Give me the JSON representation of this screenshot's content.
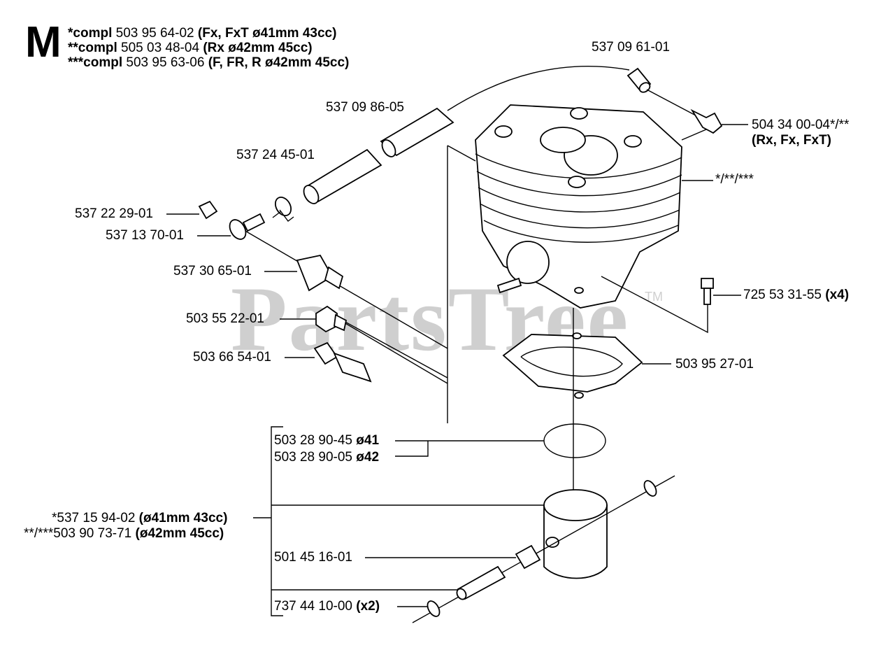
{
  "header": {
    "section": "M",
    "lines": [
      {
        "prefix": "*compl",
        "number": "503 95 64-02",
        "spec": "(Fx, FxT ø41mm 43cc)"
      },
      {
        "prefix": "**compl",
        "number": "505 03 48-04",
        "spec": "(Rx ø42mm 45cc)"
      },
      {
        "prefix": "***compl",
        "number": "503 95 63-06",
        "spec": "(F, FR, R ø42mm 45cc)"
      }
    ]
  },
  "watermark": {
    "text": "PartsTree",
    "tm": "TM"
  },
  "parts": {
    "p1": "537 09 61-01",
    "p2": "537 09 86-05",
    "p3": "537 24 45-01",
    "p4": "537 22 29-01",
    "p5": "537 13 70-01",
    "p6": "537 30 65-01",
    "p7": "503 55 22-01",
    "p8": "503 66 54-01",
    "p9_num": "504 34 00-04*/**",
    "p9_spec": "(Rx, Fx, FxT)",
    "p10": "*/**/***",
    "p11_num": "725 53 31-55",
    "p11_qty": "(x4)",
    "p12": "503 95 27-01",
    "p13_num": "503 28 90-45",
    "p13_spec": "ø41",
    "p14_num": "503 28 90-05",
    "p14_spec": "ø42",
    "p15_num": "*537 15 94-02",
    "p15_spec": "(ø41mm 43cc)",
    "p16_num": "**/***503 90 73-71",
    "p16_spec": "(ø42mm 45cc)",
    "p17": "501 45 16-01",
    "p18_num": "737 44 10-00",
    "p18_qty": "(x2)"
  }
}
